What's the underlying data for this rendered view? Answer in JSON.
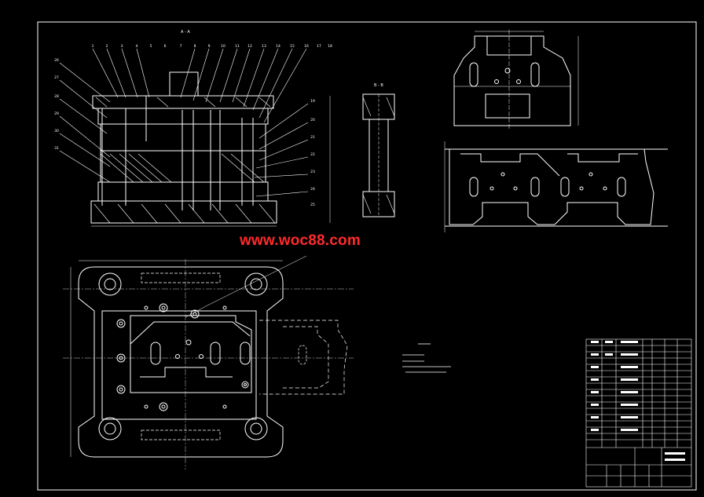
{
  "drawing": {
    "background_color": "#000000",
    "line_color": "#ffffff",
    "accent_color": "#ff2a2a",
    "watermark": "www.woc88.com",
    "section_label": "A - A",
    "side_section_label": "B - B",
    "part_numbers_top": [
      "1",
      "2",
      "3",
      "4",
      "5",
      "6",
      "7",
      "8",
      "9",
      "10",
      "11",
      "12",
      "13",
      "14",
      "15",
      "16",
      "17",
      "18"
    ],
    "part_numbers_right": [
      "19",
      "20",
      "21",
      "22",
      "23",
      "24",
      "25"
    ],
    "part_numbers_left": [
      "26",
      "27",
      "28",
      "29",
      "30",
      "31"
    ]
  }
}
